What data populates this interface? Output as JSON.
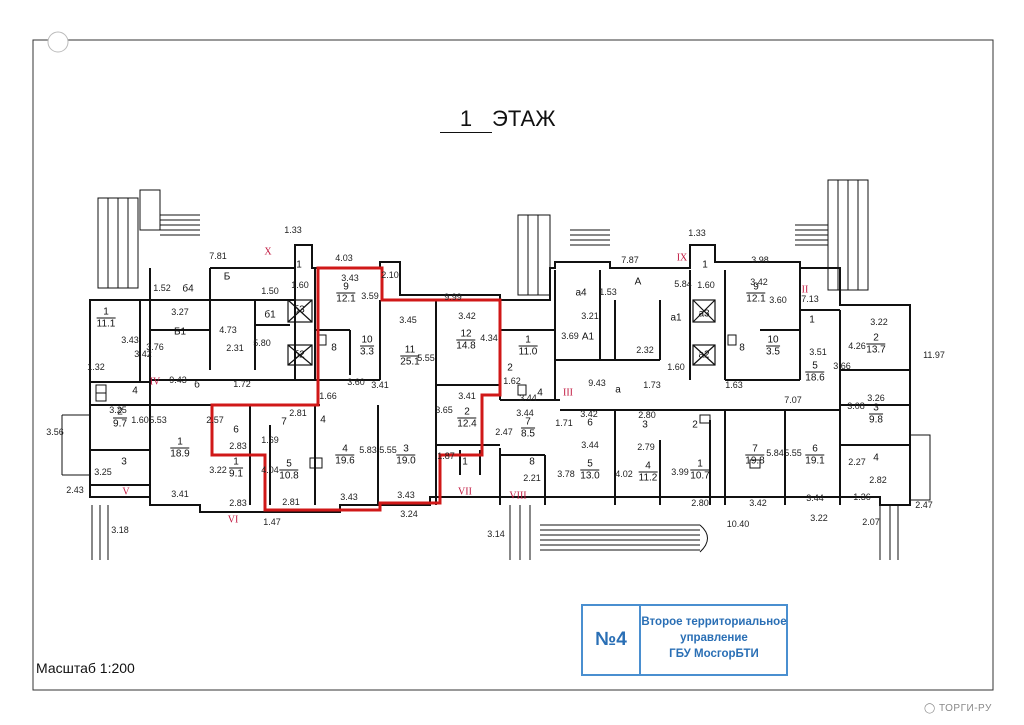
{
  "title": {
    "number": "1",
    "word": "ЭТАЖ"
  },
  "scale": "Масштаб 1:200",
  "stamp": {
    "number": "№4",
    "line1": "Второе территориальное",
    "line2": "управление",
    "line3": "ГБУ МосгорБТИ"
  },
  "watermark": "ТОРГИ-РУ",
  "colors": {
    "walls": "#111111",
    "highlight": "#d01818",
    "roman": "#c0143c",
    "stamp": "#2a6fb5"
  },
  "rooms": [
    {
      "id": "r-1-left",
      "num": "1",
      "area": "11.1"
    },
    {
      "id": "r-2-left",
      "num": "2",
      "area": "9.7"
    },
    {
      "id": "r-3-left",
      "num": "3",
      "area": ""
    },
    {
      "id": "r-4-left",
      "num": "4",
      "area": ""
    },
    {
      "id": "r-1-big",
      "num": "1",
      "area": "18.9"
    },
    {
      "id": "r-1-91",
      "num": "1",
      "area": "9.1"
    },
    {
      "id": "r-5-108",
      "num": "5",
      "area": "10.8"
    },
    {
      "id": "r-4-196",
      "num": "4",
      "area": "19.6"
    },
    {
      "id": "r-3-190",
      "num": "3",
      "area": "19.0"
    },
    {
      "id": "r-2-124",
      "num": "2",
      "area": "12.4"
    },
    {
      "id": "r-12-148",
      "num": "12",
      "area": "14.8"
    },
    {
      "id": "r-11-251",
      "num": "11",
      "area": "25.1"
    },
    {
      "id": "r-9-121a",
      "num": "9",
      "area": "12.1"
    },
    {
      "id": "r-10-33",
      "num": "10",
      "area": "3.3"
    },
    {
      "id": "r-1-110",
      "num": "1",
      "area": "11.0"
    },
    {
      "id": "r-7-85",
      "num": "7",
      "area": "8.5"
    },
    {
      "id": "r-5-130",
      "num": "5",
      "area": "13.0"
    },
    {
      "id": "r-4-112",
      "num": "4",
      "area": "11.2"
    },
    {
      "id": "r-1-107",
      "num": "1",
      "area": "10.7"
    },
    {
      "id": "r-7-198",
      "num": "7",
      "area": "19.8"
    },
    {
      "id": "r-6-191",
      "num": "6",
      "area": "19.1"
    },
    {
      "id": "r-9-121b",
      "num": "9",
      "area": "12.1"
    },
    {
      "id": "r-10-35",
      "num": "10",
      "area": "3.5"
    },
    {
      "id": "r-5-186",
      "num": "5",
      "area": "18.6"
    },
    {
      "id": "r-2-137",
      "num": "2",
      "area": "13.7"
    },
    {
      "id": "r-3-98",
      "num": "3",
      "area": "9.8"
    }
  ],
  "labels": [
    {
      "id": "l-6",
      "t": "6"
    },
    {
      "id": "l-7",
      "t": "7"
    },
    {
      "id": "l-8",
      "t": "8"
    },
    {
      "id": "l-1a",
      "t": "1"
    },
    {
      "id": "l-1b",
      "t": "1"
    },
    {
      "id": "l-1c",
      "t": "1"
    },
    {
      "id": "l-2",
      "t": "2"
    },
    {
      "id": "l-4",
      "t": "4"
    },
    {
      "id": "l-6b",
      "t": "6"
    },
    {
      "id": "l-3",
      "t": "3"
    },
    {
      "id": "l-2b",
      "t": "2"
    },
    {
      "id": "l-8b",
      "t": "8"
    },
    {
      "id": "l-8c",
      "t": "8"
    },
    {
      "id": "l-4b",
      "t": "4"
    },
    {
      "id": "l-1d",
      "t": "1"
    },
    {
      "id": "l-4c",
      "t": "4"
    },
    {
      "id": "l-6big",
      "t": "б"
    },
    {
      "id": "l-a",
      "t": "а"
    },
    {
      "id": "l-B",
      "t": "Б"
    },
    {
      "id": "l-B1",
      "t": "Б1"
    },
    {
      "id": "l-b1",
      "t": "б1"
    },
    {
      "id": "l-b4",
      "t": "б4"
    },
    {
      "id": "l-b3",
      "t": "б3"
    },
    {
      "id": "l-b2",
      "t": "б2"
    },
    {
      "id": "l-A",
      "t": "А"
    },
    {
      "id": "l-A1",
      "t": "А1"
    },
    {
      "id": "l-a1",
      "t": "а1"
    },
    {
      "id": "l-a4",
      "t": "а4"
    },
    {
      "id": "l-a3",
      "t": "а3"
    },
    {
      "id": "l-a2",
      "t": "а2"
    }
  ],
  "roman": [
    {
      "id": "rm-X",
      "t": "X"
    },
    {
      "id": "rm-IX",
      "t": "IX"
    },
    {
      "id": "rm-II",
      "t": "II"
    },
    {
      "id": "rm-III",
      "t": "III"
    },
    {
      "id": "rm-IV",
      "t": "IV"
    },
    {
      "id": "rm-V",
      "t": "V"
    },
    {
      "id": "rm-VI",
      "t": "VI"
    },
    {
      "id": "rm-VII",
      "t": "VII"
    },
    {
      "id": "rm-VIII",
      "t": "VIII"
    }
  ],
  "dims": [
    {
      "id": "d1",
      "t": "1.33"
    },
    {
      "id": "d2",
      "t": "4.03"
    },
    {
      "id": "d3",
      "t": "7.81"
    },
    {
      "id": "d4",
      "t": "2.10"
    },
    {
      "id": "d5",
      "t": "9.99"
    },
    {
      "id": "d6",
      "t": "1.52"
    },
    {
      "id": "d7",
      "t": "3.27"
    },
    {
      "id": "d8",
      "t": "1.50"
    },
    {
      "id": "d9",
      "t": "1.60"
    },
    {
      "id": "d10",
      "t": "3.43"
    },
    {
      "id": "d11",
      "t": "3.59"
    },
    {
      "id": "d12",
      "t": "3.45"
    },
    {
      "id": "d13",
      "t": "3.42"
    },
    {
      "id": "d14",
      "t": "3.76"
    },
    {
      "id": "d15",
      "t": "4.73"
    },
    {
      "id": "d16",
      "t": "5.80"
    },
    {
      "id": "d17",
      "t": "4.34"
    },
    {
      "id": "d18",
      "t": "5.55"
    },
    {
      "id": "d19",
      "t": "3.43"
    },
    {
      "id": "d20",
      "t": "3.42"
    },
    {
      "id": "d21",
      "t": "2.31"
    },
    {
      "id": "d22",
      "t": "1.32"
    },
    {
      "id": "d23",
      "t": "9.43"
    },
    {
      "id": "d24",
      "t": "1.72"
    },
    {
      "id": "d25",
      "t": "3.60"
    },
    {
      "id": "d26",
      "t": "1.66"
    },
    {
      "id": "d27",
      "t": "3.41"
    },
    {
      "id": "d28",
      "t": "3.25"
    },
    {
      "id": "d29",
      "t": "1.60"
    },
    {
      "id": "d30",
      "t": "5.53"
    },
    {
      "id": "d31",
      "t": "2.57"
    },
    {
      "id": "d32",
      "t": "2.81"
    },
    {
      "id": "d33",
      "t": "1.69"
    },
    {
      "id": "d34",
      "t": "3.65"
    },
    {
      "id": "d35",
      "t": "2.83"
    },
    {
      "id": "d36",
      "t": "5.83"
    },
    {
      "id": "d37",
      "t": "5.55"
    },
    {
      "id": "d38",
      "t": "2.47"
    },
    {
      "id": "d39",
      "t": "3.56"
    },
    {
      "id": "d40",
      "t": "3.25"
    },
    {
      "id": "d41",
      "t": "3.22"
    },
    {
      "id": "d42",
      "t": "4.04"
    },
    {
      "id": "d43",
      "t": "1.87"
    },
    {
      "id": "d44",
      "t": "2.43"
    },
    {
      "id": "d45",
      "t": "3.41"
    },
    {
      "id": "d46",
      "t": "2.83"
    },
    {
      "id": "d47",
      "t": "2.81"
    },
    {
      "id": "d48",
      "t": "3.43"
    },
    {
      "id": "d49",
      "t": "3.43"
    },
    {
      "id": "d50",
      "t": "1.47"
    },
    {
      "id": "d51",
      "t": "3.24"
    },
    {
      "id": "d52",
      "t": "3.18"
    },
    {
      "id": "d53",
      "t": "3.14"
    },
    {
      "id": "d54",
      "t": "1.33"
    },
    {
      "id": "d55",
      "t": "7.87"
    },
    {
      "id": "d56",
      "t": "3.98"
    },
    {
      "id": "d57",
      "t": "1.53"
    },
    {
      "id": "d58",
      "t": "3.21"
    },
    {
      "id": "d59",
      "t": "5.84"
    },
    {
      "id": "d60",
      "t": "1.60"
    },
    {
      "id": "d61",
      "t": "3.42"
    },
    {
      "id": "d62",
      "t": "3.60"
    },
    {
      "id": "d63",
      "t": "7.13"
    },
    {
      "id": "d64",
      "t": "3.22"
    },
    {
      "id": "d65",
      "t": "3.69"
    },
    {
      "id": "d66",
      "t": "2.32"
    },
    {
      "id": "d67",
      "t": "4.26"
    },
    {
      "id": "d68",
      "t": "11.97"
    },
    {
      "id": "d69",
      "t": "3.51"
    },
    {
      "id": "d70",
      "t": "3.66"
    },
    {
      "id": "d71",
      "t": "1.62"
    },
    {
      "id": "d72",
      "t": "1.73"
    },
    {
      "id": "d73",
      "t": "1.60"
    },
    {
      "id": "d74",
      "t": "1.63"
    },
    {
      "id": "d75",
      "t": "9.43"
    },
    {
      "id": "d76",
      "t": "7.07"
    },
    {
      "id": "d77",
      "t": "3.44"
    },
    {
      "id": "d78",
      "t": "3.42"
    },
    {
      "id": "d79",
      "t": "2.80"
    },
    {
      "id": "d80",
      "t": "3.26"
    },
    {
      "id": "d81",
      "t": "1.71"
    },
    {
      "id": "d82",
      "t": "3.08"
    },
    {
      "id": "d83",
      "t": "3.44"
    },
    {
      "id": "d84",
      "t": "2.79"
    },
    {
      "id": "d85",
      "t": "5.84"
    },
    {
      "id": "d86",
      "t": "5.55"
    },
    {
      "id": "d87",
      "t": "2.27"
    },
    {
      "id": "d88",
      "t": "3.78"
    },
    {
      "id": "d89",
      "t": "4.02"
    },
    {
      "id": "d90",
      "t": "3.99"
    },
    {
      "id": "d91",
      "t": "2.21"
    },
    {
      "id": "d92",
      "t": "2.82"
    },
    {
      "id": "d93",
      "t": "3.44"
    },
    {
      "id": "d94",
      "t": "2.80"
    },
    {
      "id": "d95",
      "t": "3.42"
    },
    {
      "id": "d96",
      "t": "3.44"
    },
    {
      "id": "d97",
      "t": "1.36"
    },
    {
      "id": "d98",
      "t": "2.47"
    },
    {
      "id": "d99",
      "t": "10.40"
    },
    {
      "id": "d100",
      "t": "3.22"
    },
    {
      "id": "d101",
      "t": "2.07"
    },
    {
      "id": "d102",
      "t": "3.41"
    }
  ]
}
